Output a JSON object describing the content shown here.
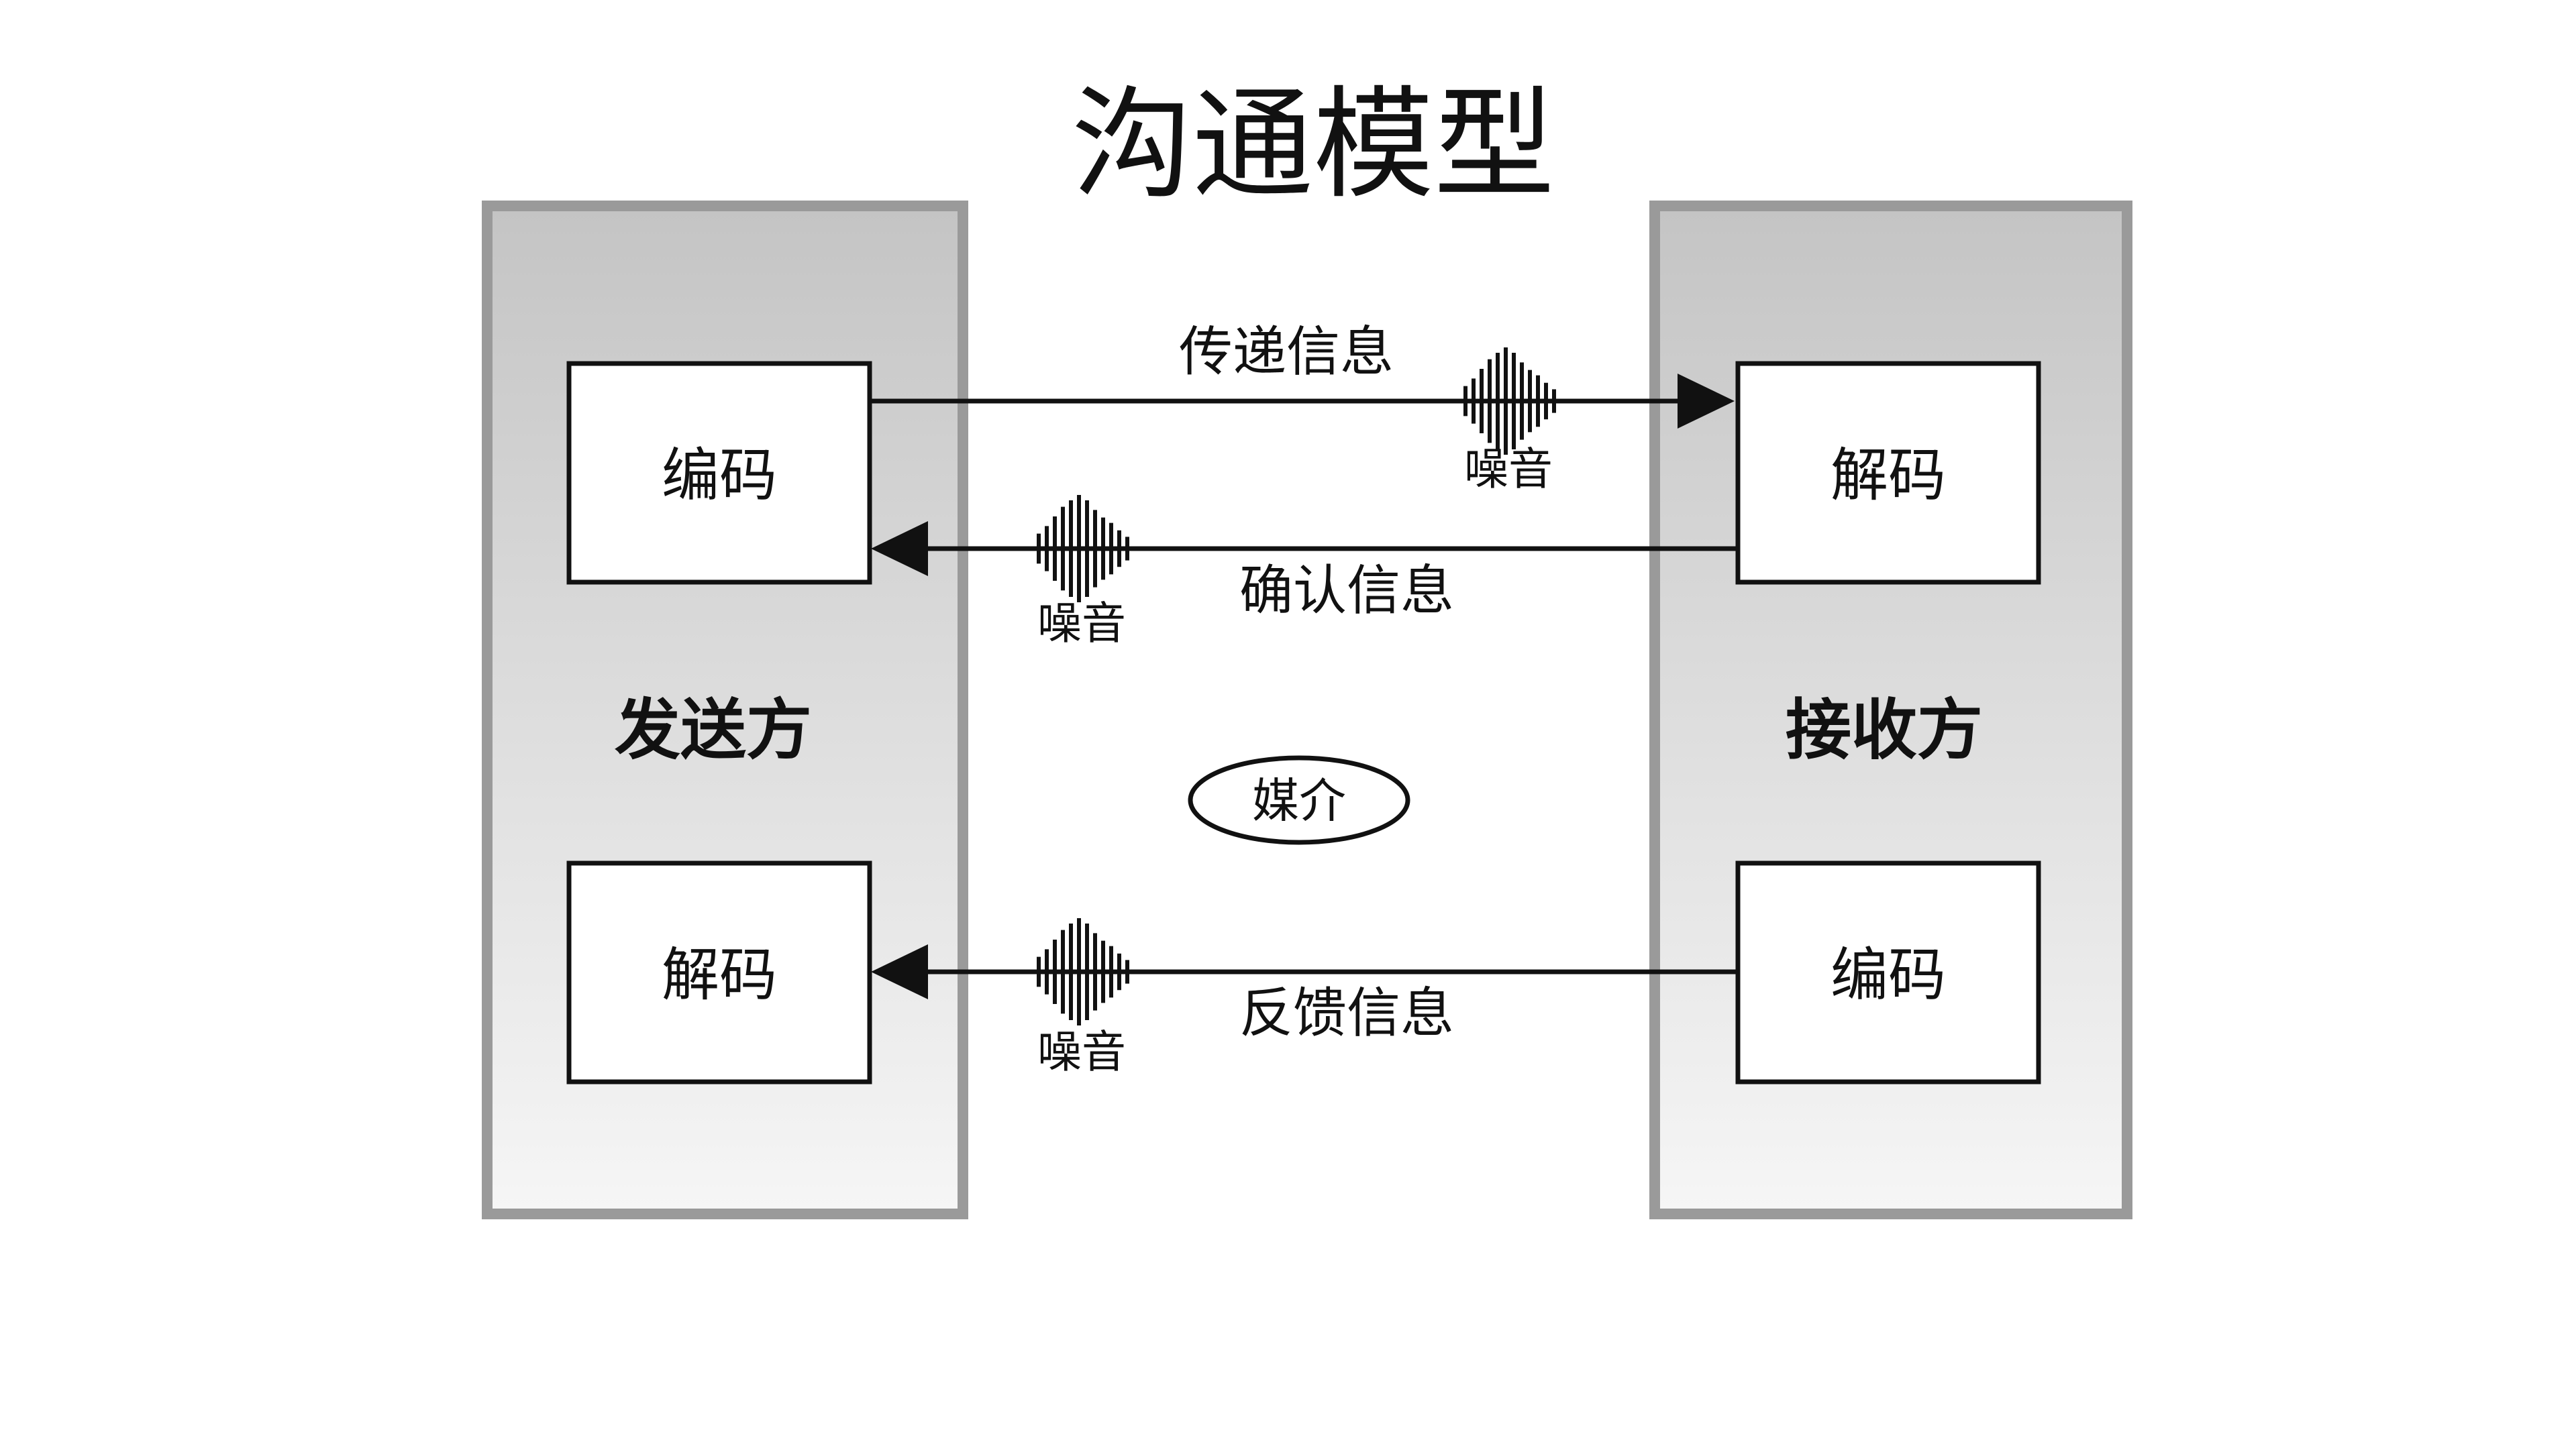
{
  "title": "沟通模型",
  "sender": {
    "label": "发送方",
    "encode": "编码",
    "decode": "解码"
  },
  "receiver": {
    "label": "接收方",
    "decode": "解码",
    "encode": "编码"
  },
  "messages": {
    "transmit": "传递信息",
    "confirm": "确认信息",
    "feedback": "反馈信息"
  },
  "noise": {
    "transmit": "噪音",
    "confirm": "噪音",
    "feedback": "噪音"
  },
  "medium": "媒介",
  "colors": {
    "panel_top": "#c4c4c4",
    "panel_bottom": "#f6f6f6",
    "panel_border": "#9a9a9a",
    "line": "#111111",
    "box_fill": "#ffffff"
  }
}
